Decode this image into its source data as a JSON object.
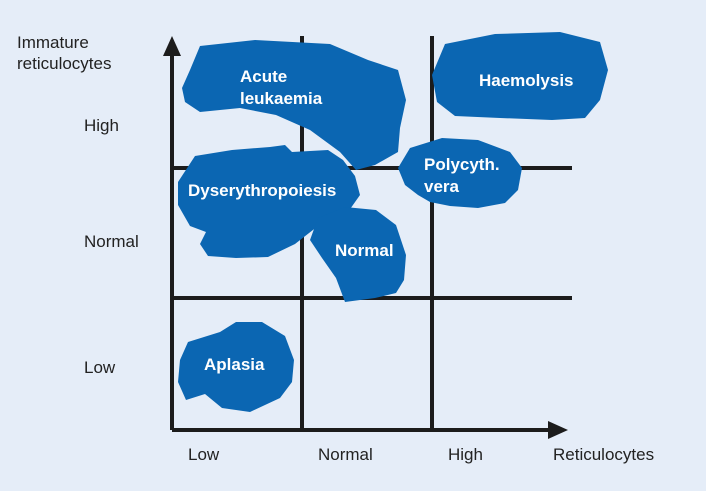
{
  "colors": {
    "background": "#e5edf8",
    "blob": "#0b66b2",
    "axis": "#1c1c1c"
  },
  "axes": {
    "y_title_line1": "Immature",
    "y_title_line2": "reticulocytes",
    "y_ticks": [
      "High",
      "Normal",
      "Low"
    ],
    "x_ticks": [
      "Low",
      "Normal",
      "High"
    ],
    "x_title": "Reticulocytes"
  },
  "regions": {
    "acute_leukaemia": [
      "Acute",
      "leukaemia"
    ],
    "haemolysis": "Haemolysis",
    "dyserythropoiesis": "Dyserythropoiesis",
    "polycythaemia_vera": [
      "Polycyth.",
      "vera"
    ],
    "normal": "Normal",
    "aplasia": "Aplasia"
  }
}
